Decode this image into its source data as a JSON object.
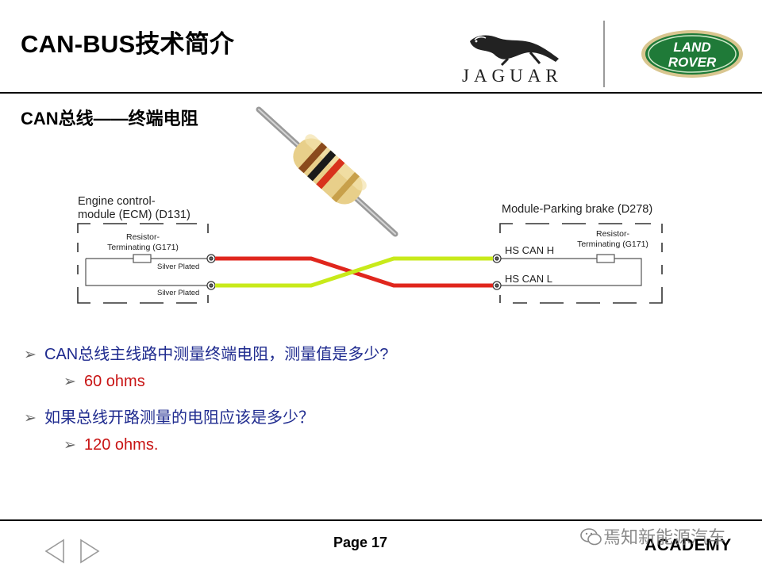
{
  "header": {
    "title": "CAN-BUS技术简介",
    "jaguar_word": "JAGUAR",
    "landrover_line1": "LAND",
    "landrover_line2": "ROVER"
  },
  "section": {
    "subtitle": "CAN总线——终端电阻"
  },
  "diagram": {
    "left_module_line1": "Engine control-",
    "left_module_line2": "module (ECM) (D131)",
    "left_resistor_line1": "Resistor-",
    "left_resistor_line2": "Terminating (G171)",
    "silver_plated_top": "Silver Plated",
    "silver_plated_bottom": "Silver Plated",
    "right_module": "Module-Parking brake (D278)",
    "right_resistor_line1": "Resistor-",
    "right_resistor_line2": "Terminating (G171)",
    "hs_can_h": "HS CAN H",
    "hs_can_l": "HS CAN L",
    "wire_high_color": "#e0261d",
    "wire_low_color": "#c8ea1a"
  },
  "bullets": [
    {
      "text": "CAN总线主线路中测量终端电阻，测量值是多少?",
      "level": 1,
      "color": "#1f2b8f"
    },
    {
      "text": "60 ohms",
      "level": 2,
      "color": "#c81414"
    },
    {
      "text": "如果总线开路测量的电阻应该是多少？",
      "level": 1,
      "color": "#1f2b8f"
    },
    {
      "text": "120 ohms.",
      "level": 2,
      "color": "#c81414"
    }
  ],
  "footer": {
    "page": "Page 17",
    "academy": "ACADEMY",
    "watermark": "焉知新能源汽车"
  }
}
